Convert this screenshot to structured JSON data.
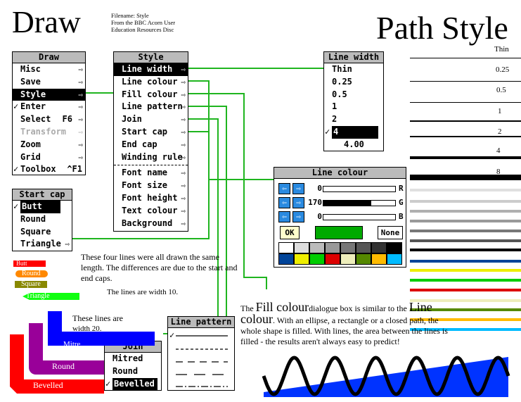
{
  "title_left": "Draw",
  "file_info": [
    "Filename: Style",
    "From the BBC Acorn User",
    "Education Resources Disc"
  ],
  "title_right": "Path Style",
  "draw_menu": {
    "title": "Draw",
    "items": [
      {
        "label": "Misc",
        "tick": "",
        "shortcut": ""
      },
      {
        "label": "Save",
        "tick": "",
        "shortcut": ""
      },
      {
        "label": "Style",
        "tick": "",
        "shortcut": ""
      },
      {
        "label": "Enter",
        "tick": "✓",
        "shortcut": ""
      },
      {
        "label": "Select",
        "tick": "",
        "shortcut": "F6"
      },
      {
        "label": "Transform",
        "tick": "",
        "shortcut": ""
      },
      {
        "label": "Zoom",
        "tick": "",
        "shortcut": ""
      },
      {
        "label": "Grid",
        "tick": "",
        "shortcut": ""
      },
      {
        "label": "Toolbox",
        "tick": "✓",
        "shortcut": "^F1"
      }
    ]
  },
  "style_menu": {
    "title": "Style",
    "items": [
      "Line width",
      "Line colour",
      "Fill colour",
      "Line pattern",
      "Join",
      "Start cap",
      "End cap",
      "Winding rule"
    ],
    "items2": [
      "Font name",
      "Font size",
      "Font height",
      "Text colour",
      "Background"
    ]
  },
  "line_width_menu": {
    "title": "Line width",
    "items": [
      "Thin",
      "0.25",
      "0.5",
      "1",
      "2",
      "4"
    ],
    "value": "4.00"
  },
  "line_colour_dialog": {
    "title": "Line colour",
    "rows": [
      {
        "value": "0",
        "letter": "R",
        "fill": 0
      },
      {
        "value": "170",
        "letter": "G",
        "fill": 0.667
      },
      {
        "value": "0",
        "letter": "B",
        "fill": 0
      }
    ],
    "ok_label": "OK",
    "none_label": "None",
    "preview_color": "#00aa00",
    "palette": [
      "#ffffff",
      "#dddddd",
      "#bbbbbb",
      "#999999",
      "#777777",
      "#555555",
      "#333333",
      "#000000",
      "#004499",
      "#eeee00",
      "#00cc00",
      "#dd0000",
      "#eeeebb",
      "#558800",
      "#ffbb00",
      "#00bbff"
    ]
  },
  "start_cap_menu": {
    "title": "Start cap",
    "items": [
      "Butt",
      "Round",
      "Square",
      "Triangle"
    ]
  },
  "line_pattern_menu": {
    "title": "Line pattern"
  },
  "join_menu": {
    "title": "Join",
    "items": [
      "Mitred",
      "Round",
      "Bevelled"
    ]
  },
  "width_labels": [
    "Thin",
    "0.25",
    "0.5",
    "1",
    "2",
    "4",
    "8"
  ],
  "cap_note": "These four lines were all drawn the same length. The differences are due to the start and end caps.",
  "cap_note2": "The lines are width 10.",
  "cap_labels": [
    "Butt",
    "Round",
    "Square",
    "Triangle"
  ],
  "join_note": "These lines are",
  "join_note2": "width 20.",
  "join_labels": [
    "Mitre",
    "Round",
    "Bevelled"
  ],
  "fill_text": {
    "p1": "The ",
    "big1": "Fill colour",
    "p2": "dialogue box is similar to the ",
    "big2": "Line colour",
    "p3": ". With an ellipse, a rectangle or a closed path, the whole shape is filled. With lines, the area between the lines is filled - the results aren't always easy to predict!"
  },
  "colours": {
    "connector": "#1fb51f",
    "menu_title": "#bbbbbb",
    "wave_fill": "#0033ff"
  }
}
